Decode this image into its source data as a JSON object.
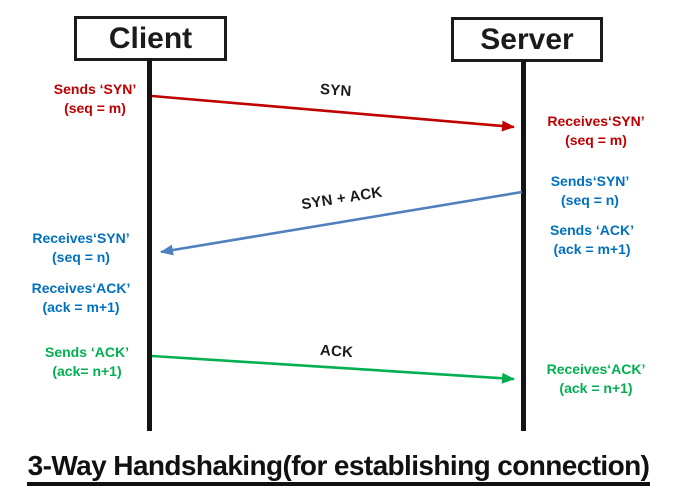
{
  "diagram_title": "3-Way Handshaking(for establishing connection)",
  "actors": {
    "client": "Client",
    "server": "Server"
  },
  "colors": {
    "red": "#c00000",
    "blue_text": "#0070c0",
    "blue_arrow": "#4f81bd",
    "green": "#00b050",
    "black": "#1b1b1b"
  },
  "messages": {
    "syn": "SYN",
    "syn_ack": "SYN + ACK",
    "ack": "ACK"
  },
  "notes": {
    "client_sends_syn": {
      "l1": "Sends ‘SYN’",
      "l2": "(seq = m)"
    },
    "server_receives_syn": {
      "l1": "Receives‘SYN’",
      "l2": "(seq = m)"
    },
    "server_sends_syn": {
      "l1": "Sends‘SYN’",
      "l2": "(seq = n)"
    },
    "server_sends_ack": {
      "l1": "Sends ‘ACK’",
      "l2": "(ack = m+1)"
    },
    "client_receives_syn": {
      "l1": "Receives‘SYN’",
      "l2": "(seq = n)"
    },
    "client_receives_ack": {
      "l1": "Receives‘ACK’",
      "l2": "(ack = m+1)"
    },
    "client_sends_ack": {
      "l1": "Sends ‘ACK’",
      "l2": "(ack= n+1)"
    },
    "server_receives_ack": {
      "l1": "Receives‘ACK’",
      "l2": "(ack = n+1)"
    }
  }
}
